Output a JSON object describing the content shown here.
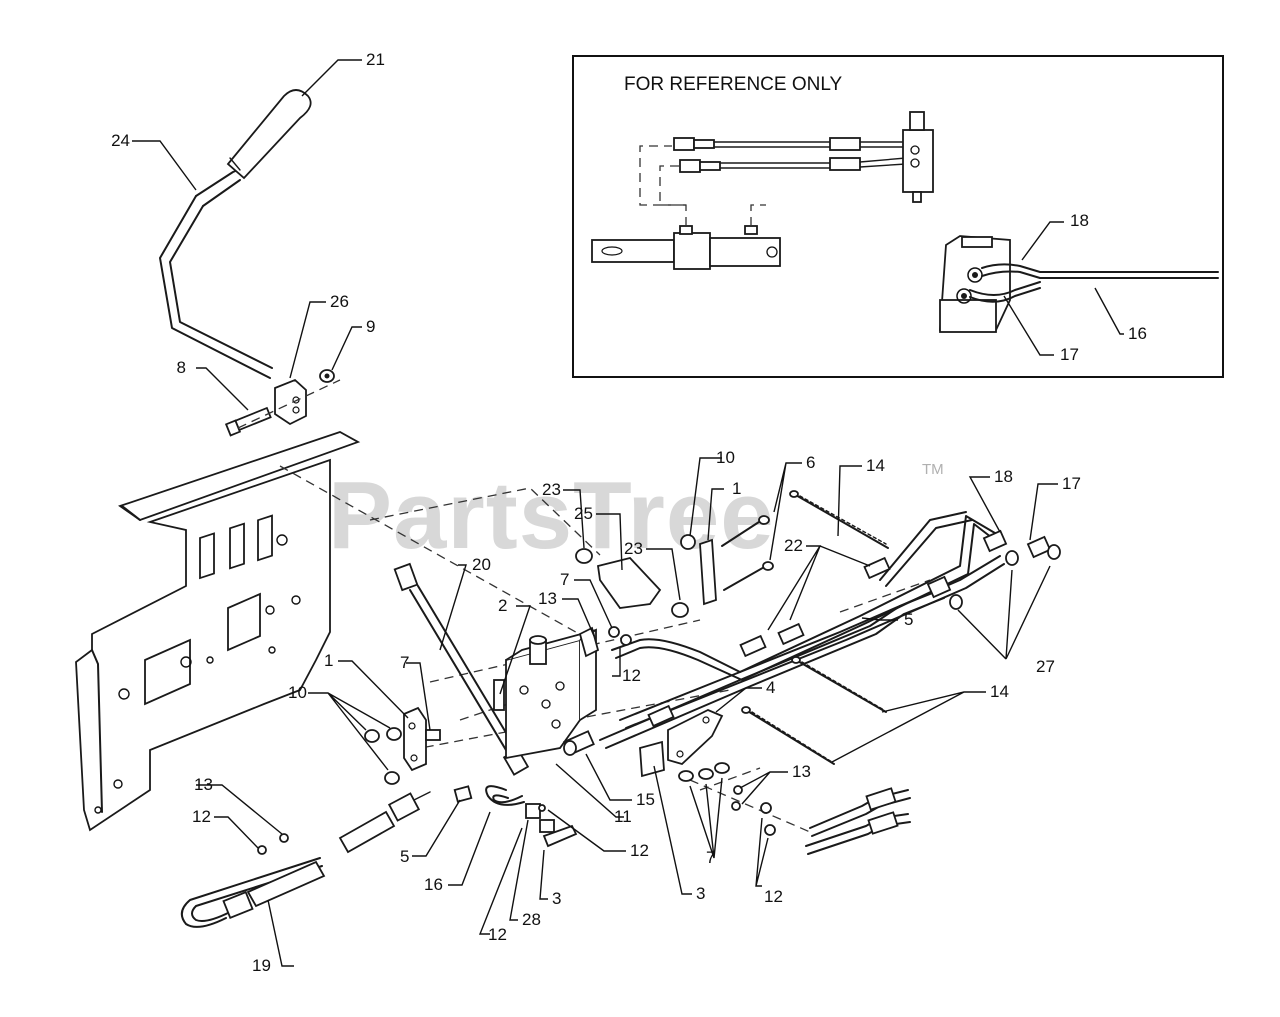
{
  "reference_box": {
    "title": "FOR REFERENCE ONLY",
    "callouts": {
      "c18": "18",
      "c17": "17",
      "c16": "16"
    }
  },
  "watermark": {
    "text": "PartsTree",
    "tm": "TM"
  },
  "callouts": {
    "c21": "21",
    "c24": "24",
    "c26": "26",
    "c9": "9",
    "c8": "8",
    "c10a": "10",
    "c6": "6",
    "c14a": "14",
    "c18": "18",
    "c17": "17",
    "c1a": "1",
    "c23a": "23",
    "c25": "25",
    "c23b": "23",
    "c22": "22",
    "c20": "20",
    "c7a": "7",
    "c2": "2",
    "c13a": "13",
    "c5a": "5",
    "c12a": "12",
    "c1b": "1",
    "c7b": "7",
    "c10b": "10",
    "c4": "4",
    "c14b": "14",
    "c27": "27",
    "c15": "15",
    "c13b": "13",
    "c11": "11",
    "c12b": "12",
    "c13c": "13",
    "c12c": "12",
    "c5b": "5",
    "c16": "16",
    "c7c": "7",
    "c3a": "3",
    "c28": "28",
    "c3b": "3",
    "c12d": "12",
    "c12e": "12",
    "c19": "19"
  }
}
